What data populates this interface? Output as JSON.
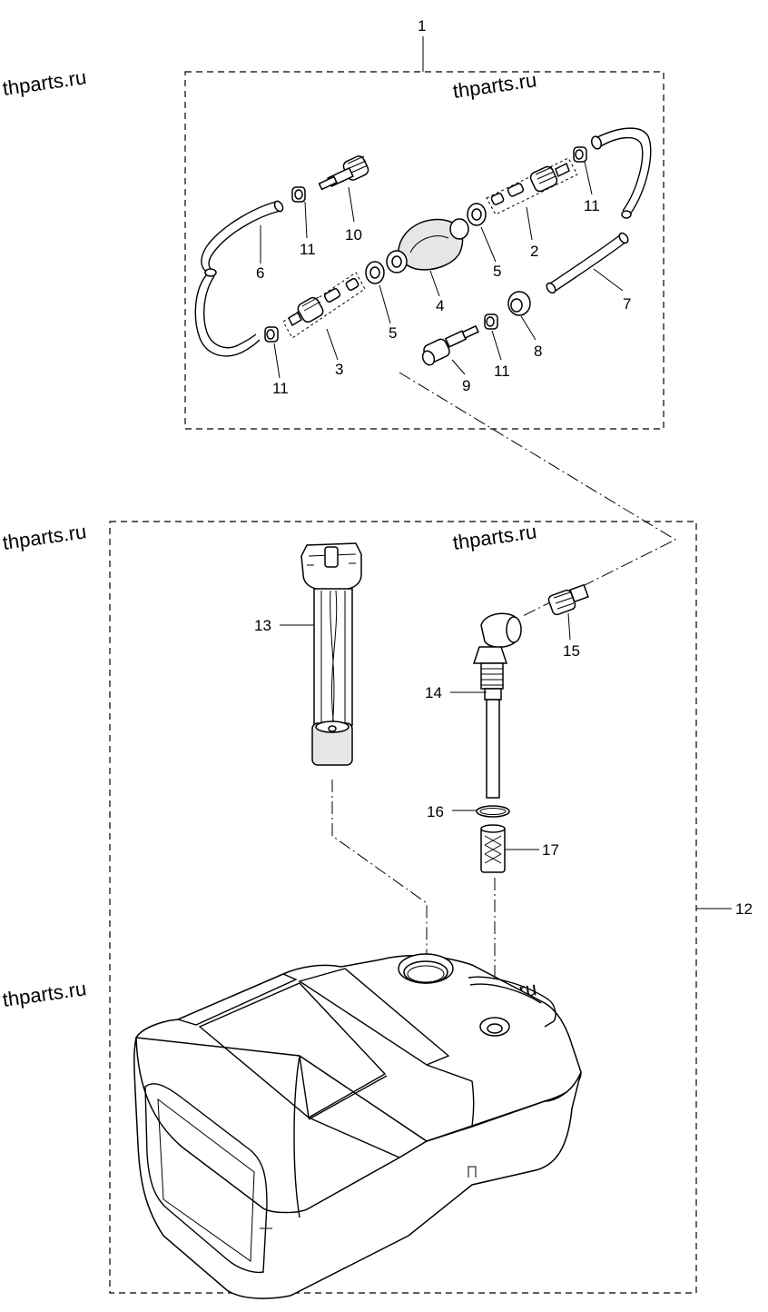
{
  "watermark": "thparts.ru",
  "callouts": {
    "c1": "1",
    "c2": "2",
    "c3": "3",
    "c4": "4",
    "c5a": "5",
    "c5b": "5",
    "c6": "6",
    "c7": "7",
    "c8": "8",
    "c9": "9",
    "c10": "10",
    "c11a": "11",
    "c11b": "11",
    "c11c": "11",
    "c11d": "11",
    "c12": "12",
    "c13": "13",
    "c14": "14",
    "c15": "15",
    "c16": "16",
    "c17": "17"
  }
}
